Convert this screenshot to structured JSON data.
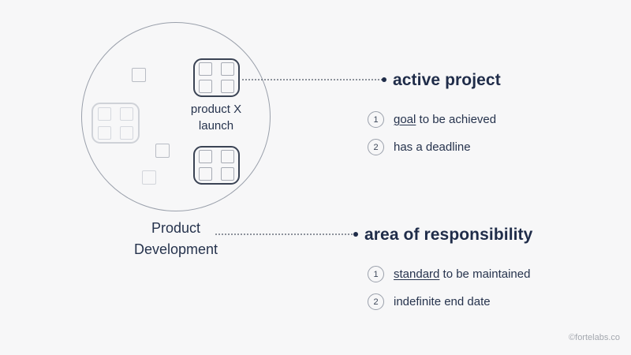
{
  "canvas": {
    "background": "#f7f7f8",
    "accent_dark": "#1f2c49",
    "text_color": "#26334d",
    "muted_line": "#9aa0ab"
  },
  "cluster": {
    "label": "Product\nDevelopment",
    "label_line1": "Product",
    "label_line2": "Development",
    "icon_caption_line1": "product X",
    "icon_caption_line2": "launch",
    "icons": [
      {
        "name": "grid-icon-left",
        "style": "faint"
      },
      {
        "name": "grid-icon-active-project",
        "style": "strong"
      },
      {
        "name": "grid-icon-bottom",
        "style": "faint"
      }
    ],
    "mini_squares": [
      {
        "name": "mini-square-top"
      },
      {
        "name": "mini-square-middle"
      },
      {
        "name": "mini-square-bottom"
      }
    ]
  },
  "blocks": [
    {
      "key": "active-project",
      "heading": "active project",
      "items": [
        {
          "number": "1",
          "underlined": "goal",
          "rest": " to be achieved"
        },
        {
          "number": "2",
          "underlined": "",
          "rest": "has a deadline"
        }
      ]
    },
    {
      "key": "area-of-responsibility",
      "heading": "area of responsibility",
      "items": [
        {
          "number": "1",
          "underlined": "standard",
          "rest": " to be maintained"
        },
        {
          "number": "2",
          "underlined": "",
          "rest": "indefinite end date"
        }
      ]
    }
  ],
  "watermark": "©fortelabs.co"
}
